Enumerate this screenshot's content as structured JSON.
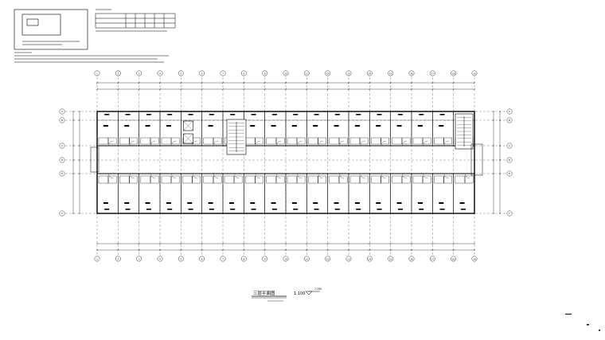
{
  "drawing": {
    "title": "三层平面图",
    "scale": "1:100",
    "level": "7.200"
  },
  "grid": {
    "columns": [
      "1",
      "2",
      "3",
      "4",
      "5",
      "6",
      "7",
      "8",
      "9",
      "10",
      "11",
      "12",
      "13",
      "14",
      "15",
      "16",
      "17",
      "18",
      "19"
    ],
    "rows": [
      "A",
      "B",
      "C",
      "D",
      "E",
      "F"
    ]
  },
  "colors": {
    "line": "#000000",
    "background": "#ffffff"
  }
}
